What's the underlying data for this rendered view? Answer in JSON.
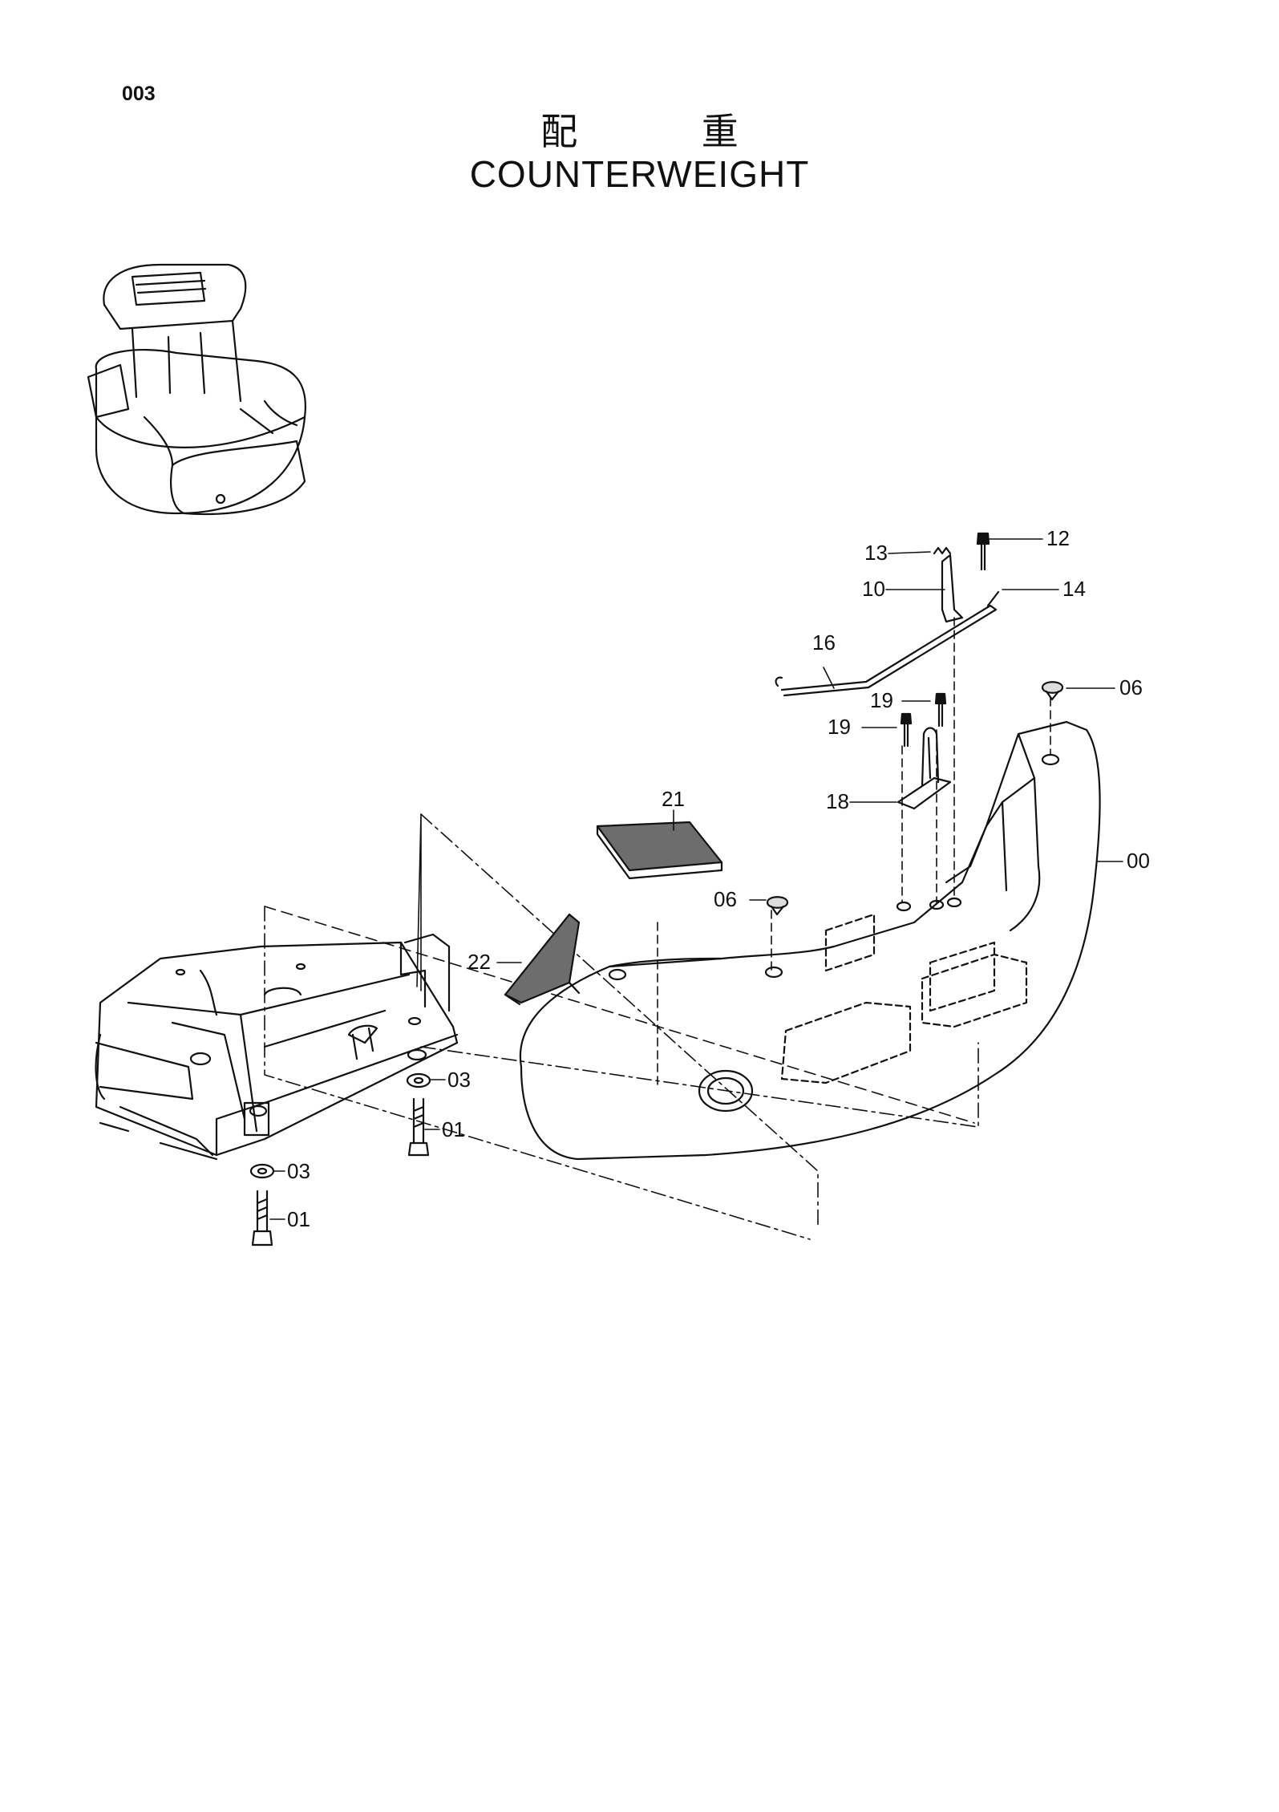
{
  "page": {
    "number": "003",
    "title_cn": "配  重",
    "title_en": "COUNTERWEIGHT"
  },
  "callouts": {
    "p00": "00",
    "p01a": "01",
    "p01b": "01",
    "p03a": "03",
    "p03b": "03",
    "p06a": "06",
    "p06b": "06",
    "p10": "10",
    "p12": "12",
    "p13": "13",
    "p14": "14",
    "p16": "16",
    "p18": "18",
    "p19a": "19",
    "p19b": "19",
    "p21": "21",
    "p22": "22"
  }
}
